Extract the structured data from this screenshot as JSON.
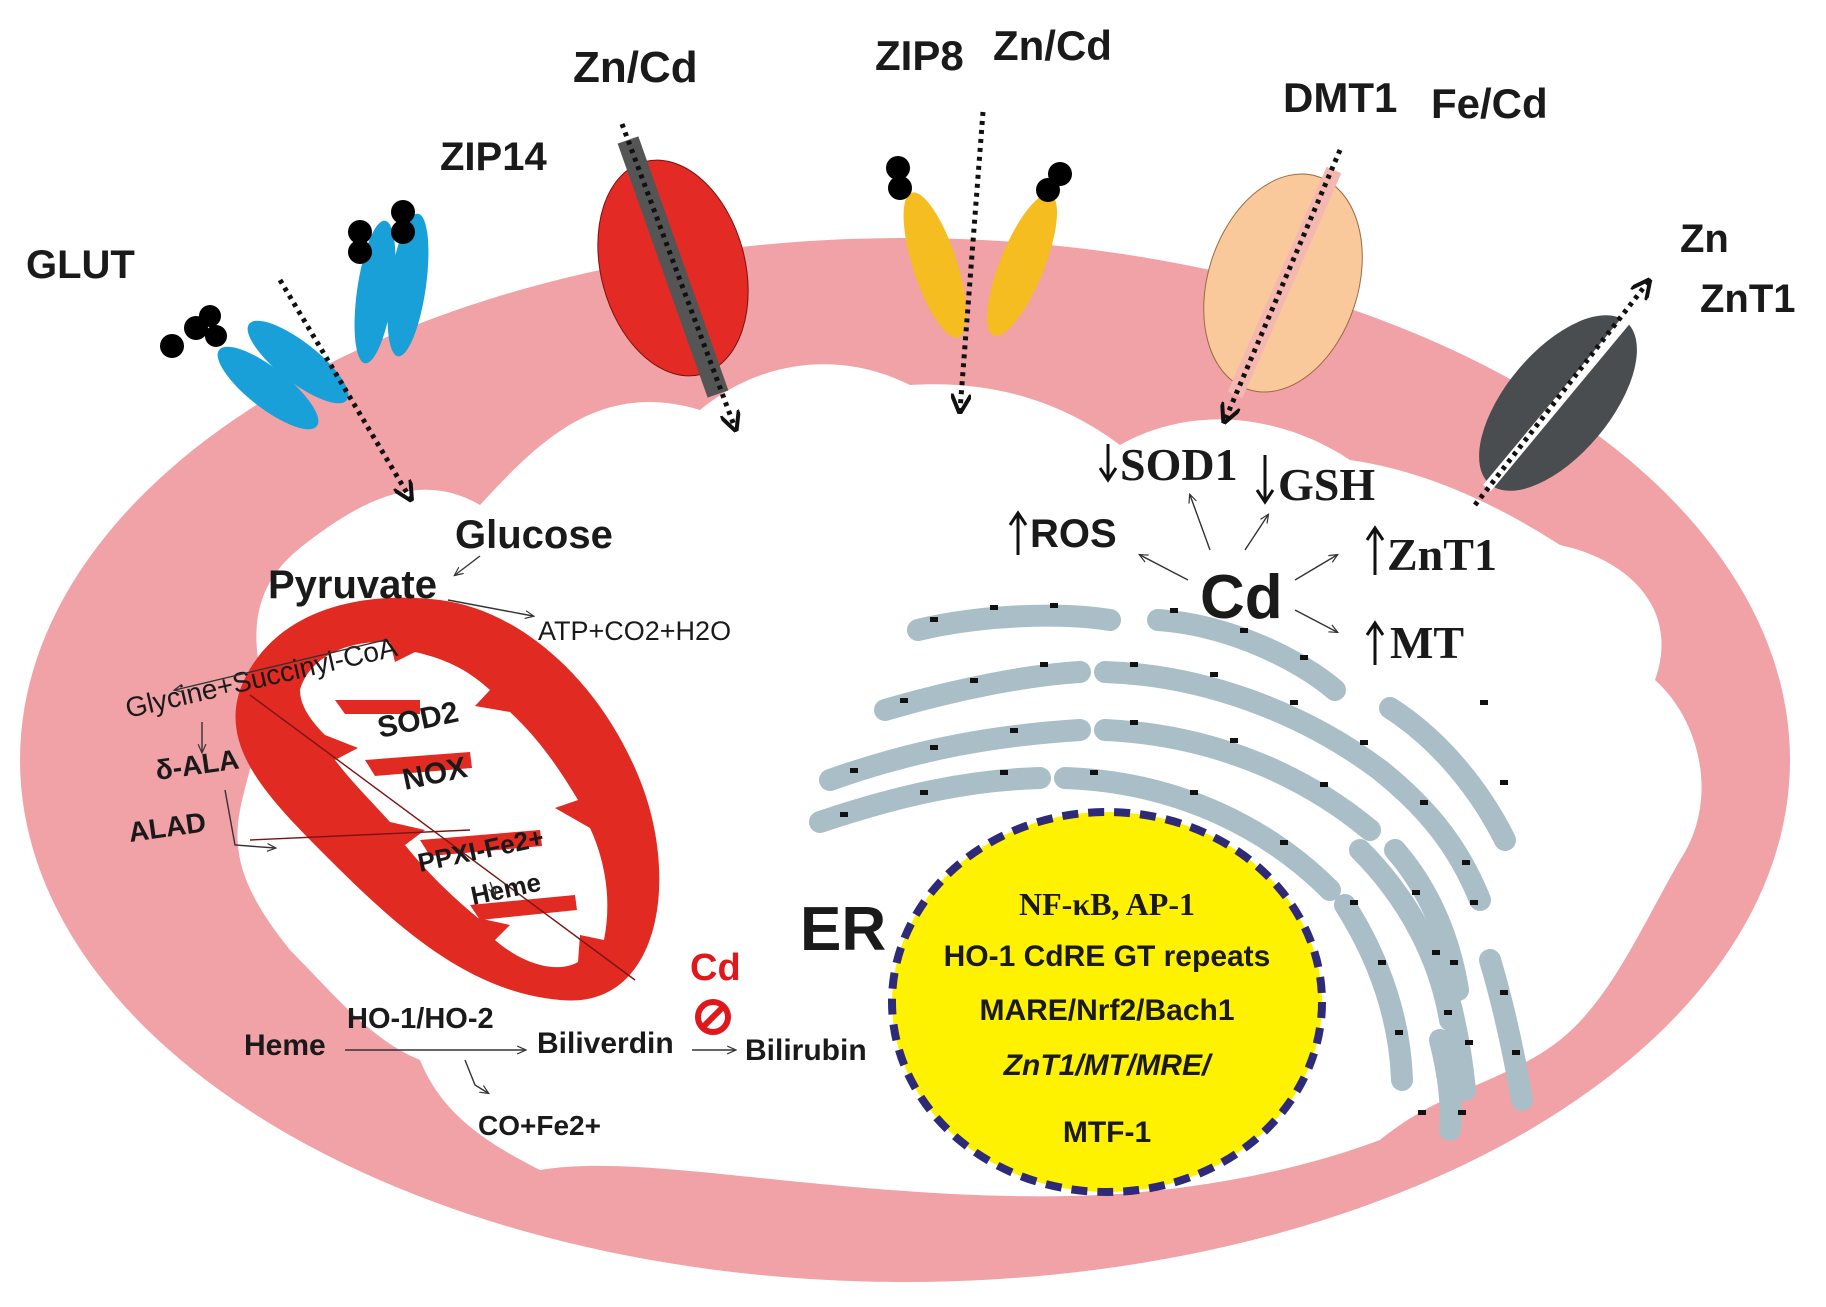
{
  "transporters": {
    "glut": "GLUT",
    "zip14": "ZIP14",
    "zip14_ions": "Zn/Cd",
    "zip8": "ZIP8",
    "zip8_ions": "Zn/Cd",
    "dmt1": "DMT1",
    "dmt1_ions": "Fe/Cd",
    "znt1_ion": "Zn",
    "znt1": "ZnT1"
  },
  "metabolism": {
    "glucose": "Glucose",
    "pyruvate": "Pyruvate",
    "atp": "ATP+CO2+H2O",
    "glycine_succinyl": "Glycine+Succinyl-CoA",
    "ala": "δ-ALA",
    "alad": "ALAD",
    "sod2": "SOD2",
    "nox": "NOX",
    "ppxi": "PPXI-Fe2+",
    "heme_mito": "Heme"
  },
  "heme_pathway": {
    "heme": "Heme",
    "ho": "HO-1/HO-2",
    "biliverdin": "Biliverdin",
    "bilirubin": "Bilirubin",
    "co_fe": "CO+Fe2+",
    "cd_block": "Cd"
  },
  "cd_effects": {
    "cd": "Cd",
    "sod1": "SOD1",
    "gsh": "GSH",
    "ros": "ROS",
    "znt1": "ZnT1",
    "mt": "MT"
  },
  "er_label": "ER",
  "nucleus": {
    "line1": "NF-κB, AP-1",
    "line2": "HO-1 CdRE GT repeats",
    "line3": "MARE/Nrf2/Bach1",
    "line4": "ZnT1/MT/MRE/",
    "line5": "MTF-1"
  },
  "colors": {
    "cytoplasm": "#f0a2a6",
    "interior": "#ffffff",
    "glut": "#1aa0d8",
    "zip14": "#e42a25",
    "zip8": "#f5bd1f",
    "dmt1": "#f9c89b",
    "znt1": "#4a4d50",
    "mito": "#e12a22",
    "er": "#a9bec6",
    "nucleus": "#fff200",
    "nuclear_envelope": "#2e2a78",
    "cd_block": "#e0181b"
  }
}
